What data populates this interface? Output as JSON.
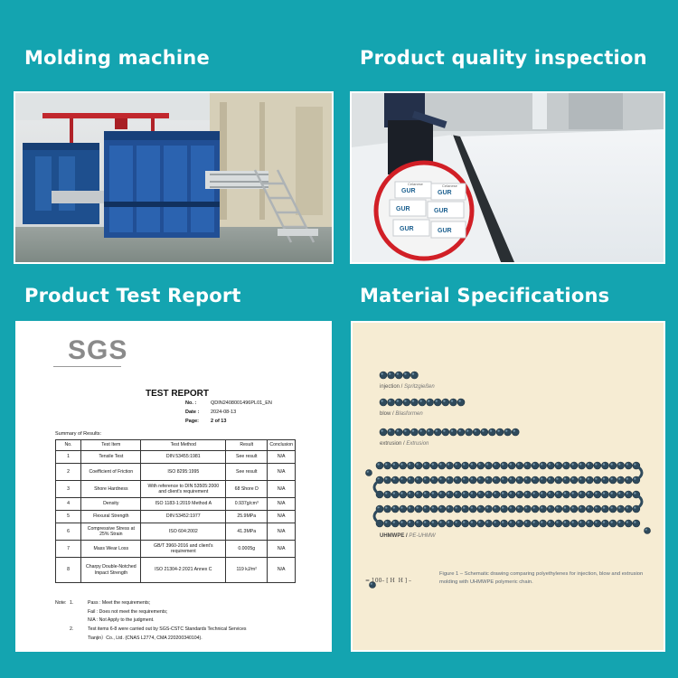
{
  "headings": {
    "molding": "Molding machine",
    "inspection": "Product quality inspection",
    "report": "Product Test Report",
    "specs": "Material Specifications"
  },
  "inspection_bags": {
    "brand": "GUR",
    "maker": "Celanese"
  },
  "report": {
    "logo": "SGS",
    "title": "TEST REPORT",
    "no_label": "No.  :",
    "no_value": "QDIN2408001496PL01_EN",
    "date_label": "Date  :",
    "date_value": "2024-08-13",
    "page_label": "Page:",
    "page_value": "2 of 13",
    "summary": "Summary of Results:",
    "columns": [
      "No.",
      "Test Item",
      "Test Method",
      "Result",
      "Conclusion"
    ],
    "rows": [
      [
        "1",
        "Tensile Test",
        "DIN 53455:1981",
        "See result",
        "N/A"
      ],
      [
        "2",
        "Coefficient of Friction",
        "ISO 8295:1995",
        "See result",
        "N/A"
      ],
      [
        "3",
        "Shore Hardness",
        "With reference to DIN 53505:2000 and client's requirement",
        "68 Shore D",
        "N/A"
      ],
      [
        "4",
        "Density",
        "ISO 1183-1:2019 Method A",
        "0.937g/cm³",
        "N/A"
      ],
      [
        "5",
        "Flexural Strength",
        "DIN 53452:1977",
        "25.9MPa",
        "N/A"
      ],
      [
        "6",
        "Compressive Stress at 25% Strain",
        "ISO 604:2002",
        "41.3MPa",
        "N/A"
      ],
      [
        "7",
        "Mass Wear Loss",
        "GB/T 3960-2016 and client's requirement",
        "0.0005g",
        "N/A"
      ],
      [
        "8",
        "Charpy Double-Notched Impact Strength",
        "ISO 21304-2:2021 Annex C",
        "119 kJ/m²",
        "N/A"
      ]
    ],
    "notes": {
      "label": "Note:",
      "n1": "1.",
      "n1_a": "Pass : Meet the requirements;",
      "n1_b": "Fail : Does not meet the requirements;",
      "n1_c": "N/A : Not Apply to the judgment.",
      "n2": "2.",
      "n2_a": "Test items 6-8 were carried out by SGS-CSTC Standards Technical Services",
      "n2_b": "Tianjin）Co., Ltd.  (CNAS L2774, CMA 220200340104)."
    }
  },
  "specs": {
    "injection_label": "injection",
    "injection_alt": "Spritzgießen",
    "blow_label": "blow",
    "blow_alt": "Blasformen",
    "extrusion_label": "extrusion",
    "extrusion_alt": "Extrusion",
    "uhmwpe_label": "UHMWPE",
    "uhmwpe_alt": "PE-UHMW",
    "chain_beads": {
      "injection": 5,
      "blow": 11,
      "extrusion": 18
    },
    "formula": "= 100–",
    "caption": "Figure 1 – Schematic drawing comparing polyethylenes for injection, blow and extrusion molding with UHMWPE polymeric chain.",
    "bead_color": "#2f4a5c"
  }
}
